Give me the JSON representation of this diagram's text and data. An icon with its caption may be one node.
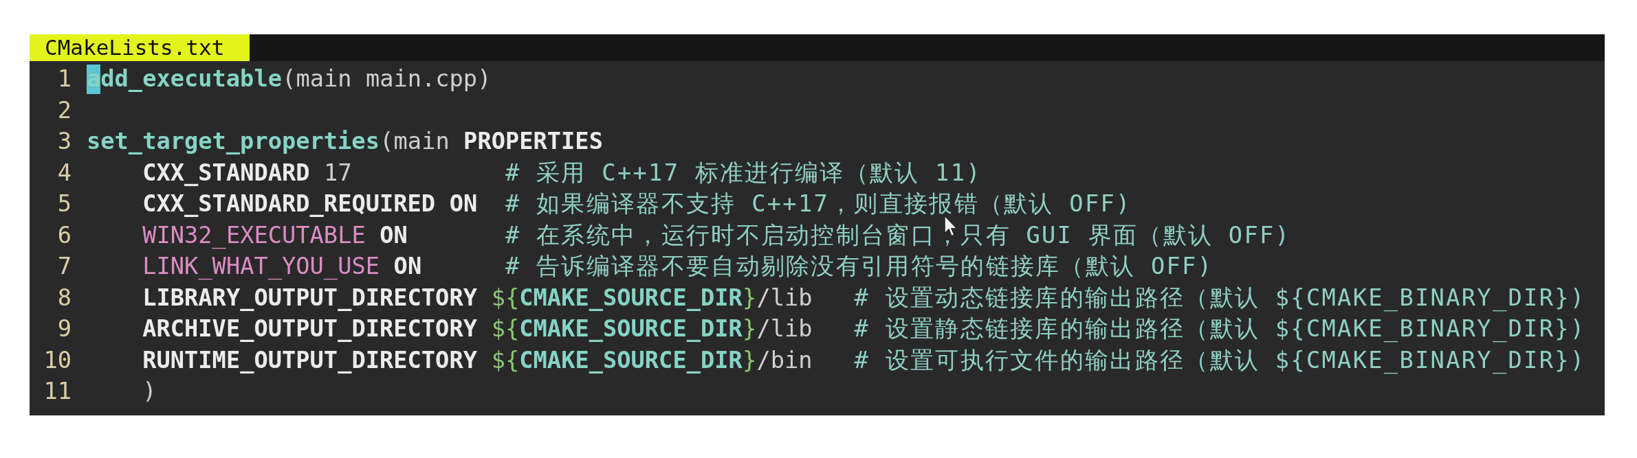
{
  "diagram": {
    "title": "CMakeLists.txt",
    "labels": [
      "1",
      "add_executable",
      "(main main.cpp)",
      "2",
      "3",
      "set_target_properties",
      "(main",
      "PROPERTIES",
      "4",
      "CXX_STANDARD",
      "17",
      "# 采用 C++17 标准进行编译（默认 11)",
      "5",
      "CXX_STANDARD_REQUIRED",
      "ON",
      "# 如果编译器不支持 C++17，则直接报错（默认 OFF)",
      "6",
      "WIN32_EXECUTABLE",
      "ON",
      "# 在系统中，运行时不启动控制台窗口，只有 GUI 界面（默认 OFF)",
      "7",
      "LINK_WHAT_YOU_USE",
      "ON",
      "# 告诉编译器不要自动剔除没有引用符号的链接库（默认 OFF)",
      "8",
      "LIBRARY_OUTPUT_DIRECTORY",
      "${",
      "CMAKE_SOURCE_DIR",
      "}",
      "/lib",
      "# 设置动态链接库的输出路径（默认 ${CMAKE_BINARY_DIR})",
      "9",
      "ARCHIVE_OUTPUT_DIRECTORY",
      "${",
      "CMAKE_SOURCE_DIR",
      "}",
      "/lib",
      "# 设置静态链接库的输出路径（默认 ${CMAKE_BINARY_DIR})",
      "10",
      "RUNTIME_OUTPUT_DIRECTORY",
      "${",
      "CMAKE_SOURCE_DIR",
      "}",
      "/bin",
      "# 设置可执行文件的输出路径（默认 ${CMAKE_BINARY_DIR})",
      "11",
      ")"
    ]
  }
}
